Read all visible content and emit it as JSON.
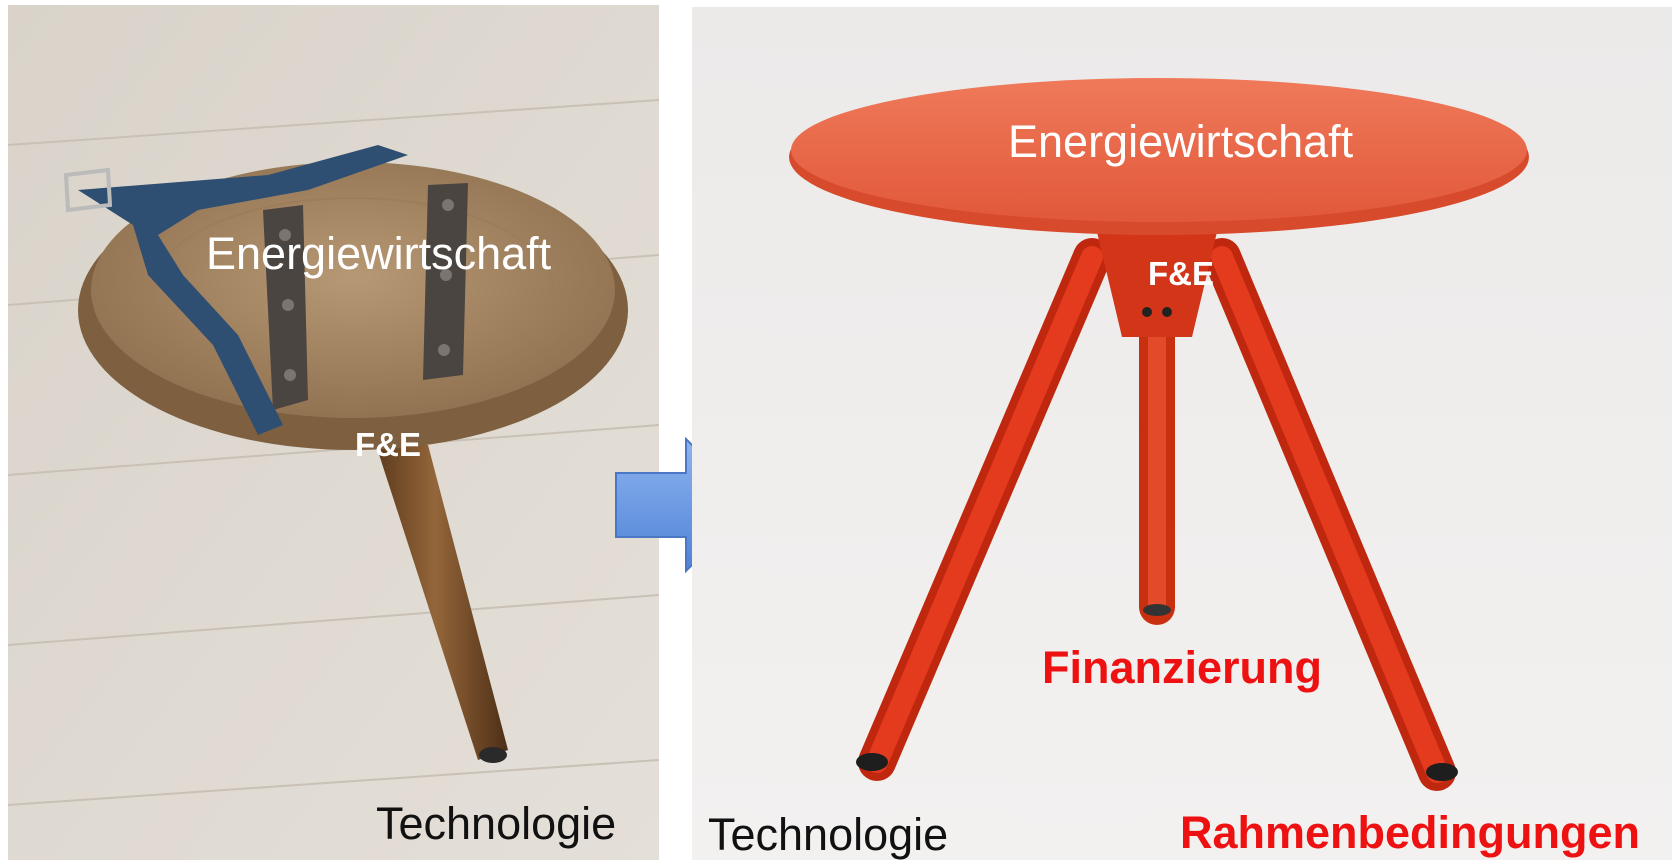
{
  "left_photo": {
    "description_icon": "wooden-one-legged-milking-stool-photo",
    "seat_label": "Energiewirtschaft",
    "leg_label": "F&E",
    "bottom_label": "Technologie"
  },
  "arrow": {
    "icon": "right-arrow-icon",
    "color": "#6a9ae0"
  },
  "right_photo": {
    "description_icon": "red-three-legged-table-photo",
    "top_label": "Energiewirtschaft",
    "center_label": "F&E",
    "leg_middle_label": "Finanzierung",
    "leg_left_label": "Technologie",
    "leg_right_label": "Rahmenbedingungen"
  },
  "colors": {
    "accent_red": "#ee1111",
    "table_red": "#e0461c",
    "wood": "#a8835a"
  }
}
